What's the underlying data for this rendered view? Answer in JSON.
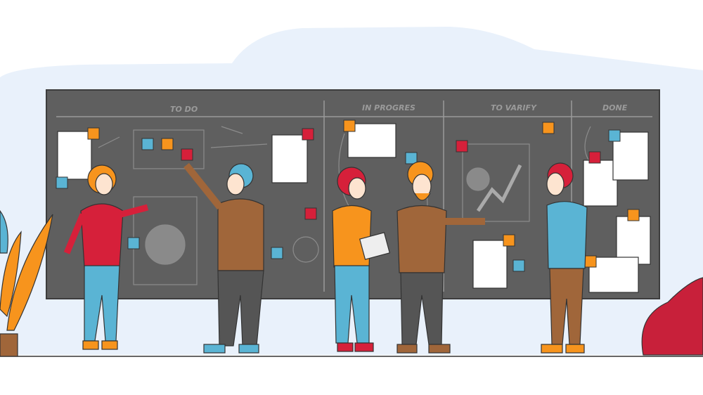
{
  "board": {
    "columns": [
      {
        "label": "TO DO"
      },
      {
        "label": "IN PROGRES"
      },
      {
        "label": "TO VARIFY"
      },
      {
        "label": "DONE"
      }
    ]
  },
  "colors": {
    "background_blob": "#e9f1fb",
    "board": "#5f5f5f",
    "board_border": "#3d3d3d",
    "chalk": "#9a9a9a",
    "sticky_orange": "#f7941d",
    "sticky_blue": "#5ab4d4",
    "sticky_red": "#d6203a",
    "paper": "#ffffff"
  },
  "people": [
    {
      "name": "woman-red-sweater"
    },
    {
      "name": "man-blue-hair-back"
    },
    {
      "name": "woman-orange-shirt-clipboard"
    },
    {
      "name": "bearded-man-brown-jacket"
    },
    {
      "name": "man-blue-sweater-back"
    }
  ]
}
